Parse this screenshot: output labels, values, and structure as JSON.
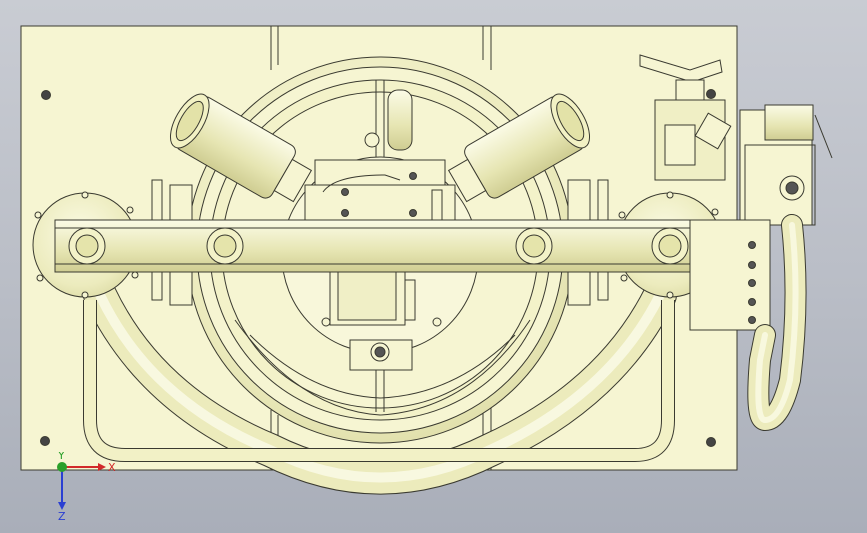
{
  "viewport": {
    "background_top": "#c9ccd3",
    "background_bottom": "#a9aeb9",
    "part_fill": "#f6f5d2",
    "edge_color": "#3a3a30",
    "shadow_fill": "#d9d8a6"
  },
  "model": {
    "components": [
      "base-plate",
      "rotary-housing",
      "crossbar-beam",
      "left-cylinder",
      "right-cylinder",
      "center-block",
      "bottom-motor",
      "u-tube",
      "control-valve-assembly",
      "side-hose",
      "left-sprocket",
      "right-sprocket"
    ]
  },
  "triad": {
    "x_label": "X",
    "y_label": "Y",
    "z_label": "Z",
    "x_color": "#d22a2a",
    "y_color": "#2aa02a",
    "z_color": "#2a3fd2"
  }
}
